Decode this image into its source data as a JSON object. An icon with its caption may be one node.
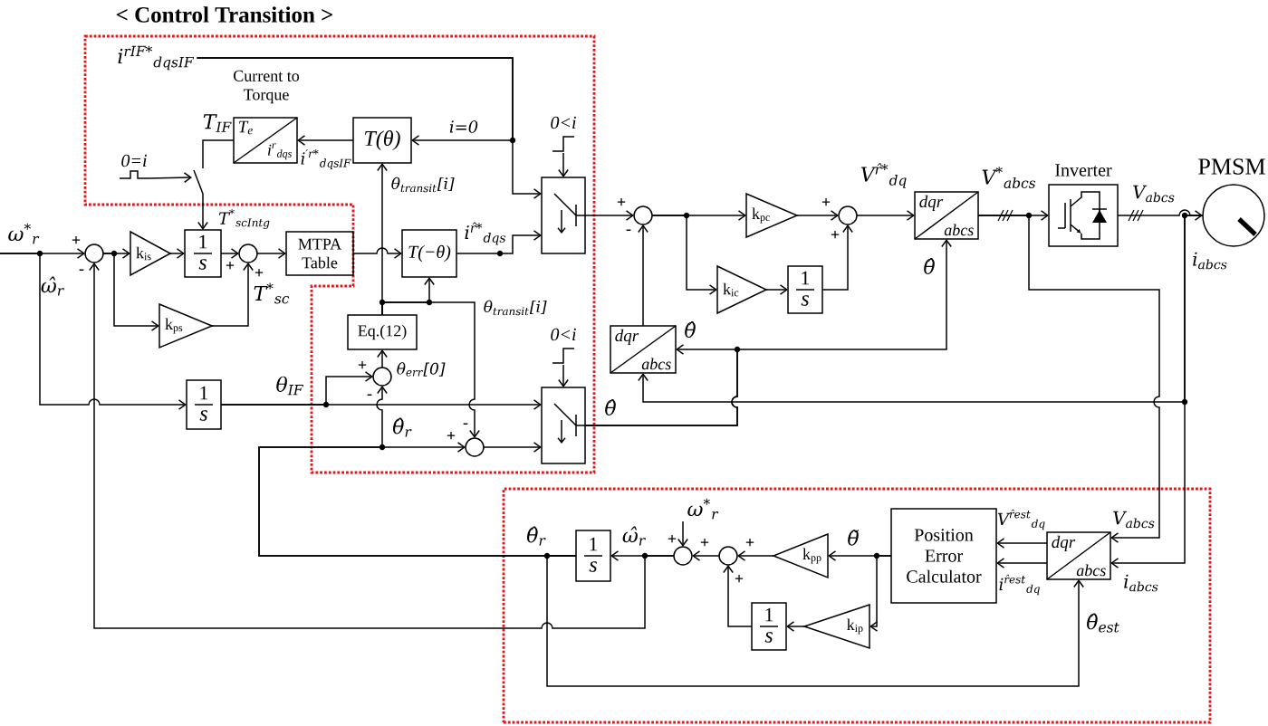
{
  "diagram": {
    "nodes": [
      {
        "text": [
          "< Control Transition >"
        ]
      },
      {
        "text": [
          "i$^{rIF*}$$_{dqsIF}$"
        ],
        "in": 0
      },
      {
        "text": [
          "Current to Torque",
          "T$_{e}$",
          "i$^{r}$$_{dqs}$"
        ],
        "in": 0
      },
      {
        "text": [
          "T(θ)"
        ],
        "in": 0
      },
      {
        "text": [
          "0=i"
        ],
        "in": 0
      },
      {
        "text": [],
        "shape": "switch",
        "in": 0
      },
      {
        "text": [],
        "shape": "circle",
        "beside": [
          "+",
          "-"
        ]
      },
      {
        "text": [
          "k$_{is}$"
        ]
      },
      {
        "text": [
          "1",
          "s"
        ]
      },
      {
        "text": [
          "k$_{ps}$"
        ]
      },
      {
        "text": [],
        "shape": "circle",
        "beside": [
          "+",
          "+"
        ]
      },
      {
        "text": [
          "MTPA Table"
        ]
      },
      {
        "text": [
          "T(−θ)"
        ],
        "in": 0
      },
      {
        "text": [
          "0<i"
        ],
        "in": 0
      },
      {
        "text": [],
        "shape": "switch",
        "in": 0
      },
      {
        "text": [
          "Eq.(12)"
        ],
        "in": 0
      },
      {
        "text": [],
        "shape": "circle",
        "beside": [
          "+",
          "-"
        ],
        "in": 0
      },
      {
        "text": [
          "1",
          "s"
        ]
      },
      {
        "text": [
          "0<i"
        ],
        "in": 0
      },
      {
        "text": [],
        "shape": "circle",
        "beside": [
          "-",
          "+"
        ],
        "in": 0
      },
      {
        "text": [],
        "shape": "switch",
        "in": 0
      },
      {
        "text": [],
        "shape": "circle",
        "beside": [
          "+",
          "-"
        ]
      },
      {
        "text": [
          "k$_{pc}$"
        ]
      },
      {
        "text": [
          "k$_{ic}$"
        ]
      },
      {
        "text": [
          "1",
          "s"
        ]
      },
      {
        "text": [],
        "shape": "circle",
        "beside": [
          "+",
          "+"
        ]
      },
      {
        "text": [
          "dqr",
          "abcs"
        ]
      },
      {
        "text": [
          "dqr",
          "abcs"
        ]
      },
      {
        "text": [
          "Inverter"
        ]
      },
      {
        "text": [
          "PMSM"
        ]
      },
      {
        "text": [],
        "shape": "box"
      },
      {
        "text": [
          "1",
          "s"
        ],
        "in": 30
      },
      {
        "text": [
          "ω$^{*}$$_{r}$"
        ],
        "in": 30
      },
      {
        "text": [],
        "shape": "circle",
        "beside": [
          "+",
          "+"
        ],
        "in": 30
      },
      {
        "text": [],
        "shape": "circle",
        "beside": [
          "+",
          "+"
        ],
        "in": 30
      },
      {
        "text": [
          "k$_{pp}$"
        ],
        "in": 30
      },
      {
        "text": [
          "Position Error Calculator"
        ],
        "in": 30
      },
      {
        "text": [
          "dqr",
          "abcs"
        ],
        "in": 30
      },
      {
        "text": [
          "1",
          "s"
        ],
        "in": 30
      },
      {
        "text": [
          "k$_{ip}$"
        ],
        "in": 30
      }
    ],
    "edges": [
      {
        "from": null,
        "to": 6,
        "arrow": "to",
        "label": "ω$^{*}$$_{r}$"
      },
      {
        "from": null,
        "to": 17,
        "arrow": "to"
      },
      {
        "from": 6,
        "to": 7,
        "arrow": "to"
      },
      {
        "from": 6,
        "to": 9,
        "arrow": "to"
      },
      {
        "from": 7,
        "to": 8,
        "arrow": "to"
      },
      {
        "from": 9,
        "to": 10,
        "arrow": "to"
      },
      {
        "from": 8,
        "to": 10,
        "arrow": "to",
        "label": "T$^{*}$$_{scIntg}$"
      },
      {
        "from": 10,
        "to": 11,
        "arrow": "to",
        "label": "T$^{*}$$_{sc}$"
      },
      {
        "from": 11,
        "to": 12,
        "arrow": "to"
      },
      {
        "from": 1,
        "to": 14,
        "arrow": "to"
      },
      {
        "from": 1,
        "to": 3,
        "arrow": "to",
        "label": "i=0"
      },
      {
        "from": 3,
        "to": 2,
        "arrow": "to",
        "label": "i$^{′r*}$$_{dqsIF}$"
      },
      {
        "from": 2,
        "to": 5,
        "arrow": "none",
        "label": "T$_{IF}$"
      },
      {
        "from": 5,
        "to": 8,
        "arrow": "to"
      },
      {
        "from": 4,
        "to": 5,
        "arrow": "to"
      },
      {
        "from": 17,
        "to": 16,
        "arrow": "to",
        "label": "θ$_{IF}$"
      },
      {
        "from": 17,
        "to": 20,
        "arrow": "to"
      },
      {
        "from": 16,
        "to": 15,
        "arrow": "to",
        "label": "θ$_{err}$[0]"
      },
      {
        "from": 15,
        "to": 3,
        "arrow": "to",
        "label": "θ$_{transit}$[i]"
      },
      {
        "from": 15,
        "to": 12,
        "arrow": "to"
      },
      {
        "from": 15,
        "to": 19,
        "arrow": "to",
        "label": "θ$_{transit}$[i]"
      },
      {
        "from": 12,
        "to": 14,
        "arrow": "to",
        "label": "i$^{r̂*}$$_{dqs}$"
      },
      {
        "from": 13,
        "to": 14,
        "arrow": "to"
      },
      {
        "from": 18,
        "to": 20,
        "arrow": "to"
      },
      {
        "from": 19,
        "to": 20,
        "arrow": "to"
      },
      {
        "from": 14,
        "to": 21,
        "arrow": "to"
      },
      {
        "from": 21,
        "to": 22,
        "arrow": "to"
      },
      {
        "from": 21,
        "to": 23,
        "arrow": "to"
      },
      {
        "from": 22,
        "to": 25,
        "arrow": "to"
      },
      {
        "from": 23,
        "to": 24,
        "arrow": "to"
      },
      {
        "from": 24,
        "to": 25,
        "arrow": "to"
      },
      {
        "from": 25,
        "to": 26,
        "arrow": "to",
        "label": "V$^{r̂*}$$_{dq}$"
      },
      {
        "from": 26,
        "to": 28,
        "arrow": "to",
        "label": "V$^{*}$$_{abcs}$"
      },
      {
        "from": 26,
        "to": 37,
        "arrow": "to",
        "label": "V$_{abcs}$"
      },
      {
        "from": 28,
        "to": 29,
        "arrow": "to",
        "label": "V$_{abcs}$"
      },
      {
        "from": 29,
        "to": 37,
        "arrow": "to",
        "label": "i$_{abcs}$"
      },
      {
        "from": 29,
        "to": 27,
        "arrow": "to",
        "label": "i$_{abcs}$"
      },
      {
        "from": 20,
        "to": 27,
        "arrow": "to",
        "label": "θ̂"
      },
      {
        "from": 20,
        "to": 26,
        "arrow": "to",
        "label": "θ̂"
      },
      {
        "from": 27,
        "to": 21,
        "arrow": "to"
      },
      {
        "from": 37,
        "to": 36,
        "arrow": "to",
        "label": "V$^{r̂est}$$_{dq}$"
      },
      {
        "from": 37,
        "to": 36,
        "arrow": "to",
        "label": "i$^{r̂est}$$_{dq}$"
      },
      {
        "from": 36,
        "to": 35,
        "arrow": "to",
        "label": "θ̃"
      },
      {
        "from": 36,
        "to": 39,
        "arrow": "to"
      },
      {
        "from": 35,
        "to": 34,
        "arrow": "to"
      },
      {
        "from": 39,
        "to": 38,
        "arrow": "to"
      },
      {
        "from": 38,
        "to": 34,
        "arrow": "to"
      },
      {
        "from": 34,
        "to": 33,
        "arrow": "to"
      },
      {
        "from": 32,
        "to": 33,
        "arrow": "to"
      },
      {
        "from": 33,
        "to": 31,
        "arrow": "to",
        "label": "ω̂$_{r}$"
      },
      {
        "from": 33,
        "to": 6,
        "arrow": "to",
        "label": "ω̂$_{r}$"
      },
      {
        "from": 31,
        "to": 19,
        "arrow": "to",
        "label": "θ̂$_{r}$"
      },
      {
        "from": 31,
        "to": 16,
        "arrow": "to",
        "label": "θ̂$_{r}$"
      },
      {
        "from": 31,
        "to": 37,
        "arrow": "to",
        "label": "θ̂$_{est}$"
      }
    ],
    "labels": [
      "θ̂"
    ]
  }
}
